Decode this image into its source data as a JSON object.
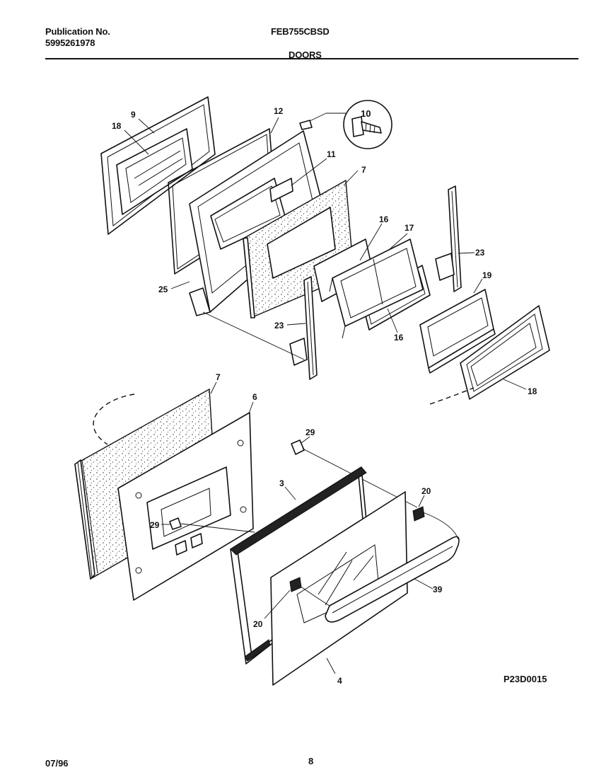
{
  "header": {
    "publication_label": "Publication No.",
    "publication_number": "5995261978",
    "model": "FEB755CBSD",
    "section": "DOORS"
  },
  "footer": {
    "date": "07/96",
    "page": "8",
    "figure_id": "P23D0015"
  },
  "callouts": {
    "c9": "9",
    "c18a": "18",
    "c12": "12",
    "c10": "10",
    "c11": "11",
    "c7a": "7",
    "c16a": "16",
    "c17": "17",
    "c23a": "23",
    "c25": "25",
    "c23b": "23",
    "c19": "19",
    "c16b": "16",
    "c18b": "18",
    "c7b": "7",
    "c6": "6",
    "c29a": "29",
    "c3": "3",
    "c20a": "20",
    "c29b": "29",
    "c39": "39",
    "c20b": "20",
    "c4": "4"
  }
}
